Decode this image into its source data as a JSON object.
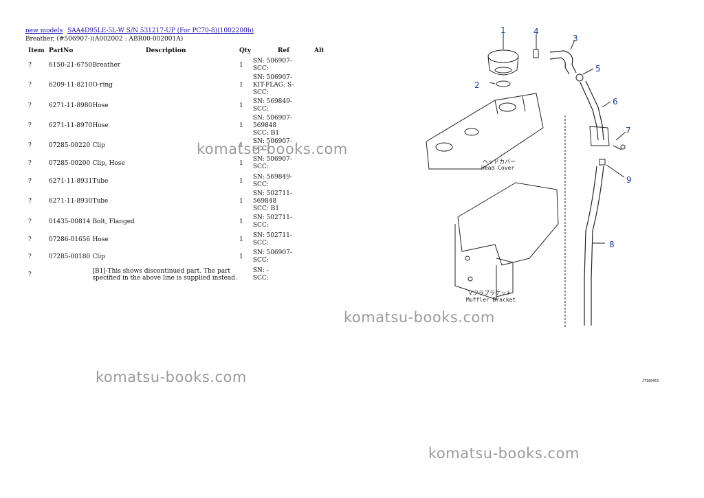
{
  "breadcrumb": {
    "link1": "new models",
    "link2": "SAA4D95LE-5L-W S/N 531217-UP (For PC70-8)(1002200b)"
  },
  "subtitle": "Breather, (#506907-)(A002002 : ABR00-002001A)",
  "table": {
    "headers": {
      "item": "Item",
      "partno": "PartNo",
      "description": "Description",
      "qty": "Qty",
      "ref": "Ref",
      "alt": "Alt"
    },
    "rows": [
      {
        "item": "?",
        "partno": "6150-21-6750",
        "description": "Breather",
        "qty": "1",
        "ref": "SN: 506907-\nSCC:"
      },
      {
        "item": "?",
        "partno": "6209-11-8210",
        "description": "O-ring",
        "qty": "1",
        "ref": "SN: 506907-\nKIT-FLAG: S-\nSCC:"
      },
      {
        "item": "?",
        "partno": "6271-11-8980",
        "description": "Hose",
        "qty": "1",
        "ref": "SN: 569849-\nSCC:"
      },
      {
        "item": "?",
        "partno": "6271-11-8970",
        "description": "Hose",
        "qty": "1",
        "ref": "SN: 506907-569848\nSCC: B1"
      },
      {
        "item": "?",
        "partno": "07285-00220",
        "description": "Clip",
        "qty": "1",
        "ref": "SN: 506907-\nSCC:"
      },
      {
        "item": "?",
        "partno": "07285-00200",
        "description": "Clip, Hose",
        "qty": "1",
        "ref": "SN: 506907-\nSCC:"
      },
      {
        "item": "?",
        "partno": "6271-11-8931",
        "description": "Tube",
        "qty": "1",
        "ref": "SN: 569849-\nSCC:"
      },
      {
        "item": "?",
        "partno": "6271-11-8930",
        "description": "Tube",
        "qty": "1",
        "ref": "SN: 502711-569848\nSCC: B1"
      },
      {
        "item": "?",
        "partno": "01435-00814",
        "description": "Bolt, Flanged",
        "qty": "1",
        "ref": "SN: 502711-\nSCC:"
      },
      {
        "item": "?",
        "partno": "07286-01656",
        "description": "Hose",
        "qty": "1",
        "ref": "SN: 502711-\nSCC:"
      },
      {
        "item": "?",
        "partno": "07285-00180",
        "description": "Clip",
        "qty": "1",
        "ref": "SN: 506907-\nSCC:"
      },
      {
        "item": "?",
        "partno": "",
        "description": "[B1]-This shows discontinued part. The part specified in the above line is supplied instead.",
        "qty": "",
        "ref": "SN: -\nSCC:"
      }
    ]
  },
  "watermark": "komatsu-books.com",
  "diagram": {
    "callouts": [
      "1",
      "2",
      "3",
      "4",
      "5",
      "6",
      "7",
      "8",
      "9"
    ],
    "head_cover_jp": "ヘッドカバー",
    "head_cover_en": "Head Cover",
    "muffler_jp": "マフラブラケット",
    "muffler_en": "Muffler Bracket",
    "figure_code": "J7180463"
  }
}
